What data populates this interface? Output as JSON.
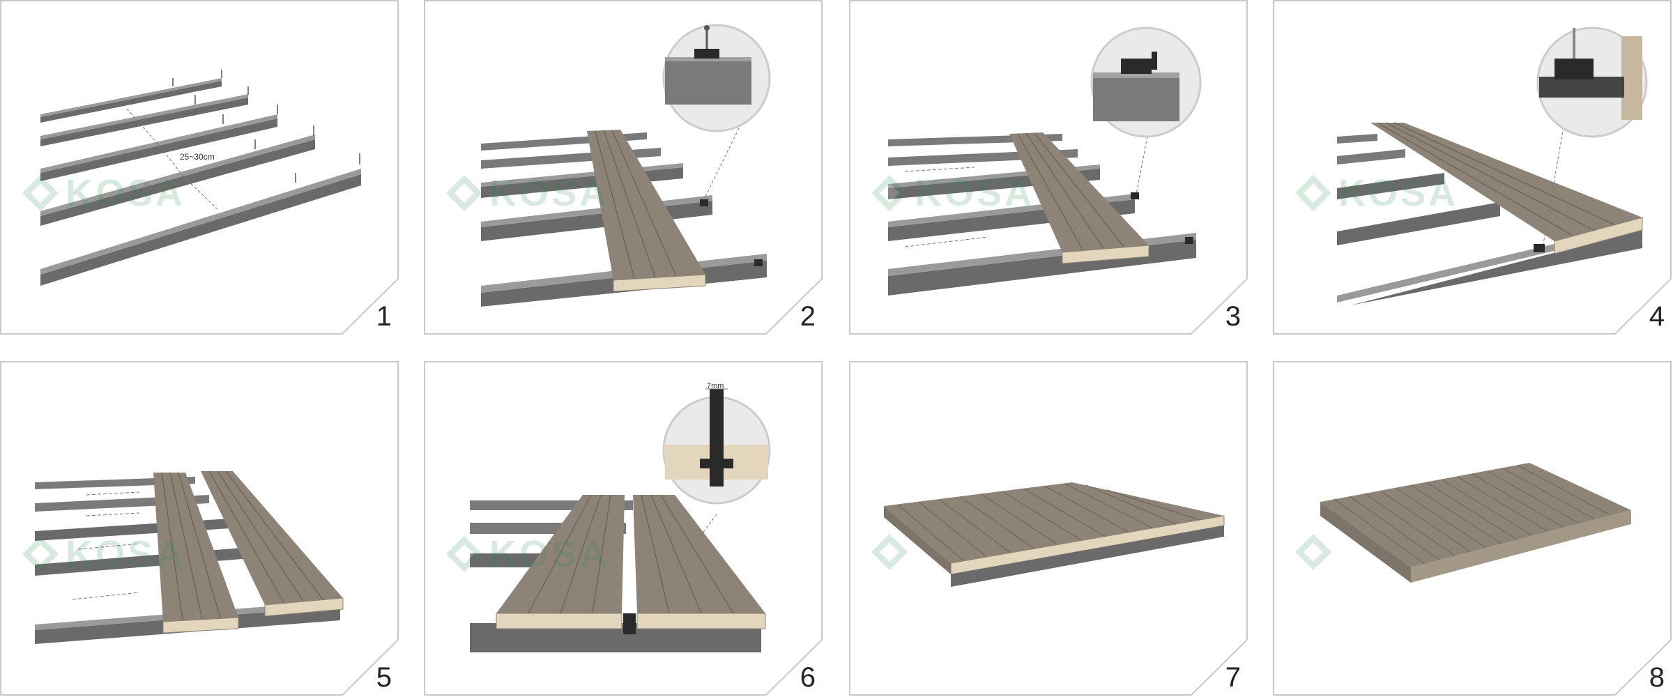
{
  "watermark": {
    "brand": "KOSA"
  },
  "steps": [
    {
      "number": "1",
      "spacing_label": "25~30cm"
    },
    {
      "number": "2"
    },
    {
      "number": "3"
    },
    {
      "number": "4"
    },
    {
      "number": "5"
    },
    {
      "number": "6",
      "gap_label": "7mm"
    },
    {
      "number": "7"
    },
    {
      "number": "8"
    }
  ],
  "colors": {
    "panel_border": "#c8c8c8",
    "joist_top": "#8c8c8c",
    "joist_side": "#5e5e5e",
    "board_top": "#8d8377",
    "board_groove": "#6f665c",
    "board_end": "#e3d6bd",
    "clip": "#2a2a2a",
    "watermark": "#2e8b57"
  }
}
